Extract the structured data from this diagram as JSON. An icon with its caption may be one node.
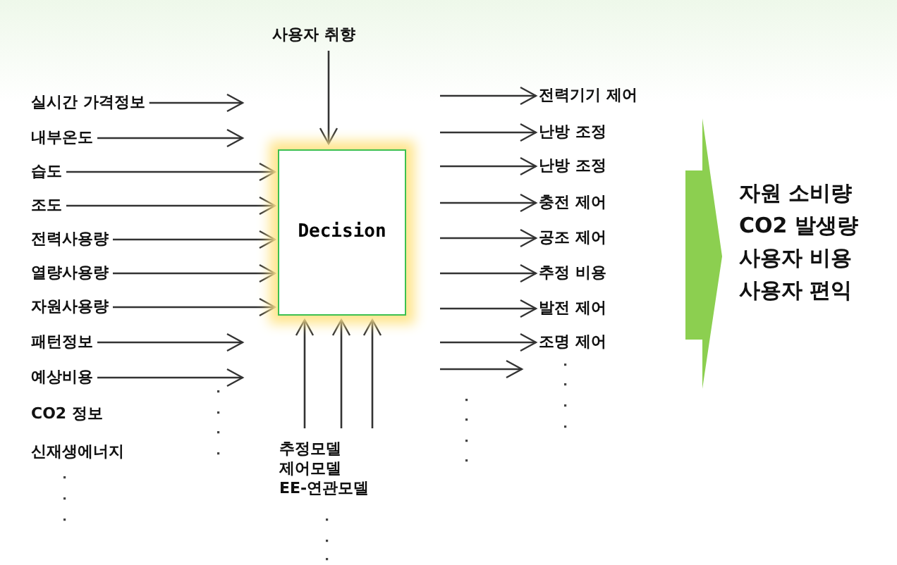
{
  "diagram": {
    "nodes": [
      {
        "text": [
          "Decision"
        ]
      },
      {
        "text": [
          "실시간 가격정보"
        ]
      },
      {
        "text": [
          "내부온도"
        ]
      },
      {
        "text": [
          "습도"
        ]
      },
      {
        "text": [
          "조도"
        ]
      },
      {
        "text": [
          "전력사용량"
        ]
      },
      {
        "text": [
          "열량사용량"
        ]
      },
      {
        "text": [
          "자원사용량"
        ]
      },
      {
        "text": [
          "패턴정보"
        ]
      },
      {
        "text": [
          "예상비용"
        ]
      },
      {
        "text": [
          "CO2 정보"
        ]
      },
      {
        "text": [
          "신재생에너지"
        ]
      },
      {
        "text": [
          "사용자 취향"
        ]
      },
      {
        "text": [
          "추정모델",
          "제어모델",
          "EE-연관모델"
        ]
      },
      {
        "text": [
          "전력기기 제어"
        ]
      },
      {
        "text": [
          "난방 조정"
        ]
      },
      {
        "text": [
          "난방 조정"
        ]
      },
      {
        "text": [
          "충전 제어"
        ]
      },
      {
        "text": [
          "공조 제어"
        ]
      },
      {
        "text": [
          "추정 비용"
        ]
      },
      {
        "text": [
          "발전 제어"
        ]
      },
      {
        "text": [
          "조명 제어"
        ]
      },
      {
        "text": [
          "자원 소비량",
          "CO2 발생량",
          "사용자 비용",
          "사용자 편익"
        ]
      }
    ],
    "edges": [
      {
        "from": 1,
        "to": null,
        "arrow": "to"
      },
      {
        "from": 2,
        "to": null,
        "arrow": "to"
      },
      {
        "from": 3,
        "to": 0,
        "arrow": "to"
      },
      {
        "from": 4,
        "to": 0,
        "arrow": "to"
      },
      {
        "from": 5,
        "to": 0,
        "arrow": "to"
      },
      {
        "from": 6,
        "to": 0,
        "arrow": "to"
      },
      {
        "from": 7,
        "to": 0,
        "arrow": "to"
      },
      {
        "from": 8,
        "to": null,
        "arrow": "to"
      },
      {
        "from": 9,
        "to": null,
        "arrow": "to"
      },
      {
        "from": 12,
        "to": 0,
        "arrow": "to"
      },
      {
        "from": 13,
        "to": 0,
        "arrow": "to"
      },
      {
        "from": 13,
        "to": 0,
        "arrow": "to"
      },
      {
        "from": 13,
        "to": 0,
        "arrow": "to"
      },
      {
        "from": null,
        "to": 14,
        "arrow": "to"
      },
      {
        "from": null,
        "to": 15,
        "arrow": "to"
      },
      {
        "from": null,
        "to": 16,
        "arrow": "to"
      },
      {
        "from": null,
        "to": 17,
        "arrow": "to"
      },
      {
        "from": null,
        "to": 18,
        "arrow": "to"
      },
      {
        "from": null,
        "to": 19,
        "arrow": "to"
      },
      {
        "from": null,
        "to": 20,
        "arrow": "to"
      },
      {
        "from": null,
        "to": 21,
        "arrow": "to"
      },
      {
        "from": null,
        "to": 22,
        "arrow": "to",
        "style": "thick",
        "color": "#8ccf50"
      }
    ]
  }
}
